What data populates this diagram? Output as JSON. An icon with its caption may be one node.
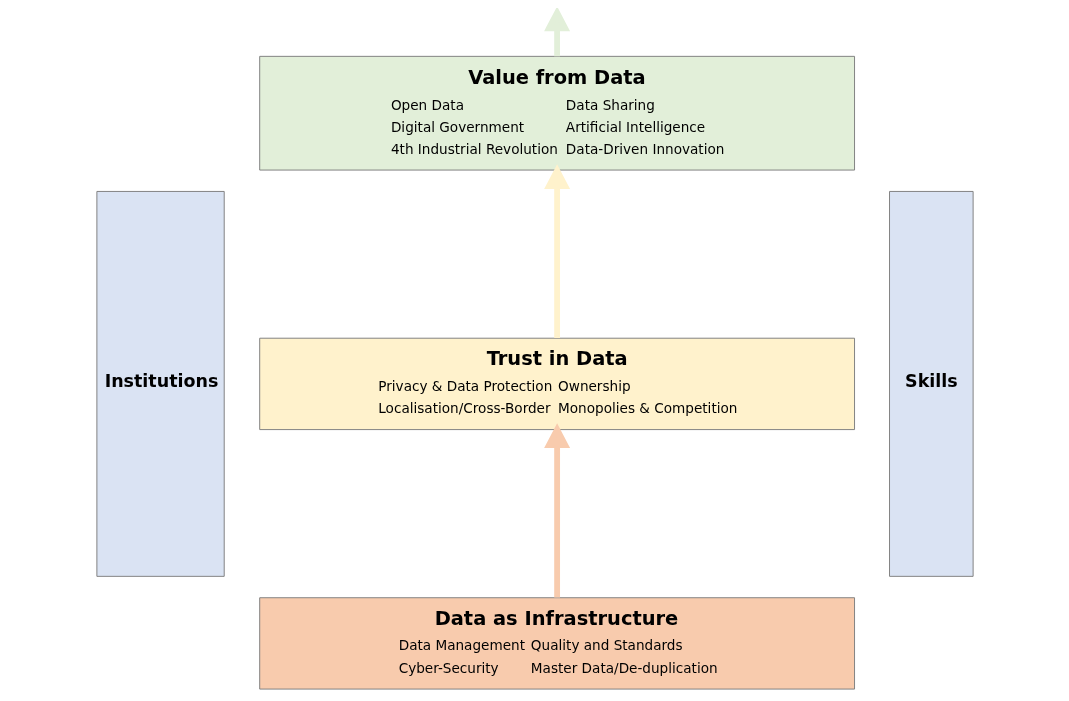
{
  "diagram": {
    "nodes": [
      {
        "text": [
          "Institutions"
        ]
      },
      {
        "text": [
          "Value from Data",
          "Open Data",
          "Data Sharing",
          "Digital Government",
          "Artificial Intelligence",
          "4th Industrial Revolution",
          "Data-Driven Innovation"
        ]
      },
      {
        "text": [
          "Trust in Data",
          "Privacy & Data Protection",
          "Ownership",
          "Localisation/Cross-Border",
          "Monopolies & Competition"
        ]
      },
      {
        "text": [
          "Data as Infrastructure",
          "Data Management",
          "Quality and Standards",
          "Cyber-Security",
          "Master Data/De-duplication"
        ]
      },
      {
        "text": [
          "Skills"
        ]
      }
    ],
    "edges": [
      {
        "from": 3,
        "to": 2,
        "arrow": "to",
        "color": "#f8cbad"
      },
      {
        "from": 2,
        "to": 1,
        "arrow": "to",
        "color": "#fff2cc"
      },
      {
        "from": 1,
        "to": null,
        "arrow": "to",
        "color": "#e2efd9"
      }
    ]
  }
}
